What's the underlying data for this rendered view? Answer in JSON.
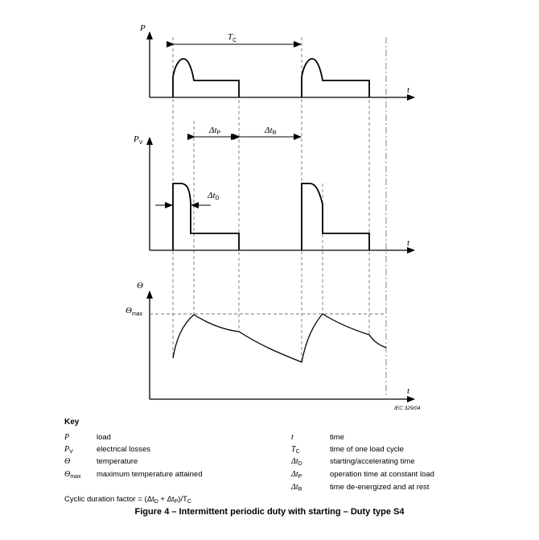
{
  "diagram": {
    "load_axis": "P",
    "t_label": "t",
    "cycle_label": "T",
    "cycle_sub": "C",
    "losses_axis": "P",
    "losses_sub": "V",
    "delta_p_label": "Δt",
    "delta_p_sub": "P",
    "delta_r_label": "Δt",
    "delta_r_sub": "R",
    "delta_d_label": "Δt",
    "delta_d_sub": "D",
    "temp_axis": "Θ",
    "theta_max_label": "Θ",
    "theta_max_sub": "max",
    "iec_ref": "IEC   329/04"
  },
  "key": {
    "title": "Key",
    "left": [
      {
        "symbol": "P",
        "sub": "",
        "text": "load"
      },
      {
        "symbol": "P",
        "sub": "V",
        "text": "electrical losses"
      },
      {
        "symbol": "Θ",
        "sub": "",
        "text": "temperature"
      },
      {
        "symbol": "Θ",
        "sub": "max",
        "text": "maximum temperature attained"
      }
    ],
    "right": [
      {
        "symbol": "t",
        "sub": "",
        "text": "time"
      },
      {
        "symbol": "T",
        "sub": "C",
        "text": "time of one load cycle"
      },
      {
        "symbol": "Δt",
        "sub": "D",
        "text": "starting/accelerating time"
      },
      {
        "symbol": "Δt",
        "sub": "P",
        "text": "operation time at constant load"
      },
      {
        "symbol": "Δt",
        "sub": "R",
        "text": "time de-energized and at rest"
      }
    ]
  },
  "formula": {
    "prefix": "Cyclic duration factor = (Δt",
    "sub1": "D",
    "mid": " + Δt",
    "sub2": "P",
    "close": ")/T",
    "sub3": "C"
  },
  "caption": "Figure 4 – Intermittent periodic duty with starting – Duty type S4"
}
